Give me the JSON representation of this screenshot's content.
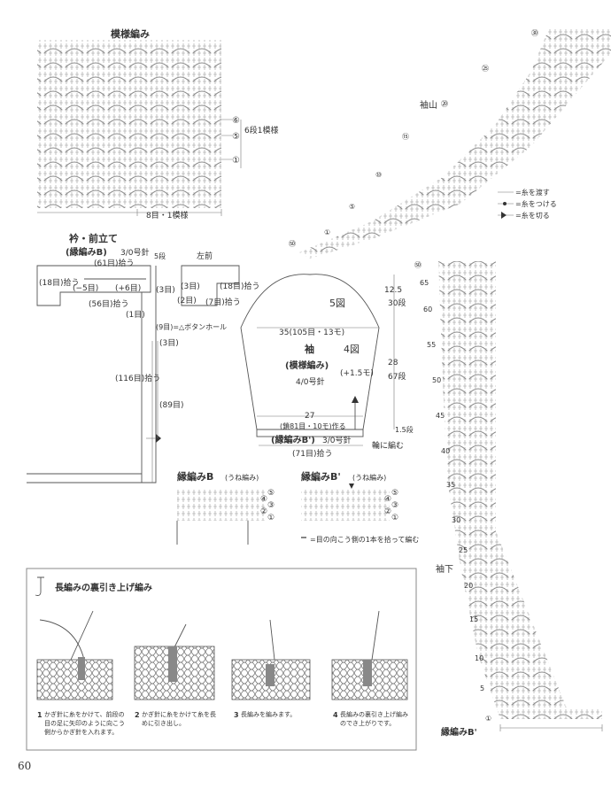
{
  "pattern": {
    "title": "模様編み",
    "row_markers": [
      "⑥",
      "⑤",
      "①"
    ],
    "repeat_vertical": "6段1模様",
    "repeat_horizontal": "8目・1模様"
  },
  "collar": {
    "title": "衿・前立て",
    "subtitle": "(縁編みB)",
    "needle": "3/0号針",
    "labels": {
      "rows5": "5段",
      "pick61": "(61目)拾う",
      "pick18": "(18目)拾う",
      "minus5": "(−5目)",
      "plus6": "(+6目)",
      "st3a": "(3目)",
      "pick56": "(56目)拾う",
      "st1": "(1目)",
      "buttonhole": "(9目)=△ボタンホール",
      "st3b": "(3目)",
      "pick116": "(116目)拾う",
      "st89": "(89目)",
      "left_front": "左前",
      "st3c": "(3目)",
      "pick18b": "(18目)拾う",
      "st2": "(2目)",
      "pick7": "(7目)拾う"
    }
  },
  "sleeve": {
    "figure5": "5図",
    "figure4": "4図",
    "width_top": "35(105目・13モ)",
    "title": "袖",
    "pattern": "(模様編み)",
    "needle": "4/0号針",
    "increase": "(+1.5モ)",
    "h_top": "12.5",
    "h_top_rows": "30段",
    "h_mid": "28",
    "h_mid_rows": "67段",
    "h_bot": "1.5段",
    "width_bottom": "27",
    "chain": "(鎖81目・10モ)作る",
    "border": "(縁編みB')",
    "border_needle": "3/0号針",
    "pick71": "(71目)拾う",
    "round": "輪に編む"
  },
  "borderB": {
    "title": "縁編みB",
    "sub": "(うね編み)",
    "rows": [
      "⑤",
      "④",
      "③",
      "②",
      "①"
    ]
  },
  "borderB2": {
    "title": "縁編みB'",
    "sub": "(うね編み)",
    "rows": [
      "⑤",
      "④",
      "③",
      "②",
      "①"
    ],
    "note": "=目の向こう側の1本を拾って編む"
  },
  "sleeve_chart": {
    "sleeve_cap": "袖山",
    "underarm": "袖下",
    "border": "縁編みB'",
    "legend": [
      "=糸を渡す",
      "=糸をつける",
      "=糸を切る"
    ],
    "upper_rows": [
      "㉚",
      "㉕",
      "⑳",
      "⑮",
      "⑩",
      "⑤",
      "①",
      "㊿"
    ],
    "lower_rows": [
      "㊿",
      "65",
      "60",
      "55",
      "50",
      "45",
      "40",
      "35",
      "30",
      "25",
      "20",
      "15",
      "10",
      "5",
      "①"
    ]
  },
  "technique": {
    "title": "長編みの裏引き上げ編み",
    "steps": [
      {
        "num": "1",
        "text": "かぎ針に糸をかけて、前段の目の足に矢印のように向こう側からかぎ針を入れます。"
      },
      {
        "num": "2",
        "text": "かぎ針に糸をかけて糸を長めに引き出し。"
      },
      {
        "num": "3",
        "text": "長編みを編みます。"
      },
      {
        "num": "4",
        "text": "長編みの裏引き上げ編みのでき上がりです。"
      }
    ]
  },
  "page_number": "60"
}
